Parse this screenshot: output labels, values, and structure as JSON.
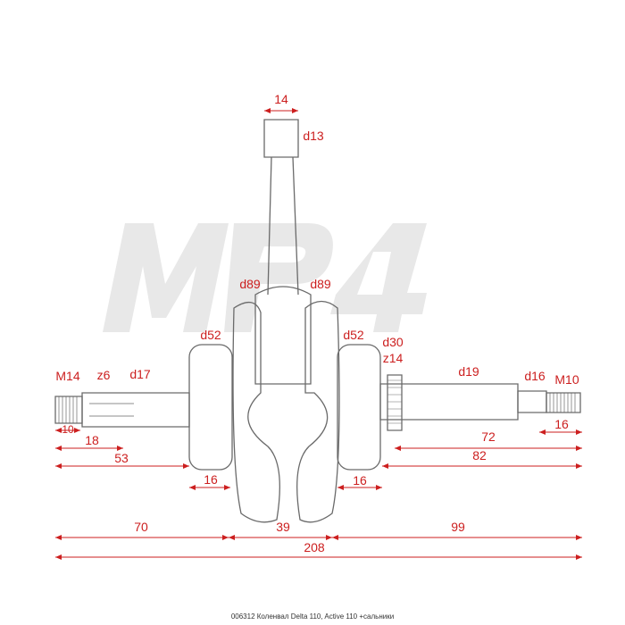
{
  "watermark": {
    "text": "MP4",
    "color": "#e6e6e6"
  },
  "colors": {
    "dimension": "#cc1f1f",
    "outline": "#6a6a6a"
  },
  "labels": {
    "d_14_top": "14",
    "d13": "d13",
    "d89_left": "d89",
    "d89_right": "d89",
    "d52_left": "d52",
    "d52_right": "d52",
    "d30": "d30",
    "z14": "z14",
    "m14": "M14",
    "z6": "z6",
    "d17": "d17",
    "d19": "d19",
    "d16": "d16",
    "m10": "M10",
    "dim10": "10",
    "dim18": "18",
    "dim53": "53",
    "dim16_left": "16",
    "dim16_mid": "16",
    "dim72": "72",
    "dim16_right": "16",
    "dim82": "82",
    "dim70": "70",
    "dim39": "39",
    "dim99": "99",
    "dim208": "208"
  },
  "caption": "006312 Коленвал  Delta 110, Active 110  +сальники"
}
